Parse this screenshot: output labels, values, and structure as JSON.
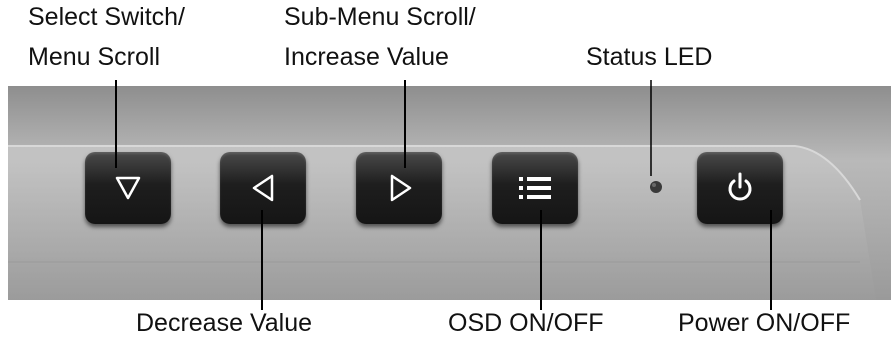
{
  "labels": {
    "select_switch_line1": "Select Switch/",
    "select_switch_line2": "Menu Scroll",
    "submenu_line1": "Sub-Menu Scroll/",
    "submenu_line2": "Increase Value",
    "status_led": "Status LED",
    "decrease_value": "Decrease Value",
    "osd_on_off": "OSD ON/OFF",
    "power_on_off": "Power ON/OFF"
  },
  "buttons": [
    {
      "name": "select-switch-button",
      "icon": "down-triangle-icon"
    },
    {
      "name": "decrease-value-button",
      "icon": "left-triangle-icon"
    },
    {
      "name": "increase-value-button",
      "icon": "right-triangle-icon"
    },
    {
      "name": "osd-menu-button",
      "icon": "menu-list-icon"
    },
    {
      "name": "power-button",
      "icon": "power-icon"
    }
  ],
  "colors": {
    "panel_light": "#b8b8b8",
    "panel_dark": "#8a8a8a",
    "button": "#1e1e1e",
    "icon": "#ffffff",
    "callout_line": "#000000"
  }
}
